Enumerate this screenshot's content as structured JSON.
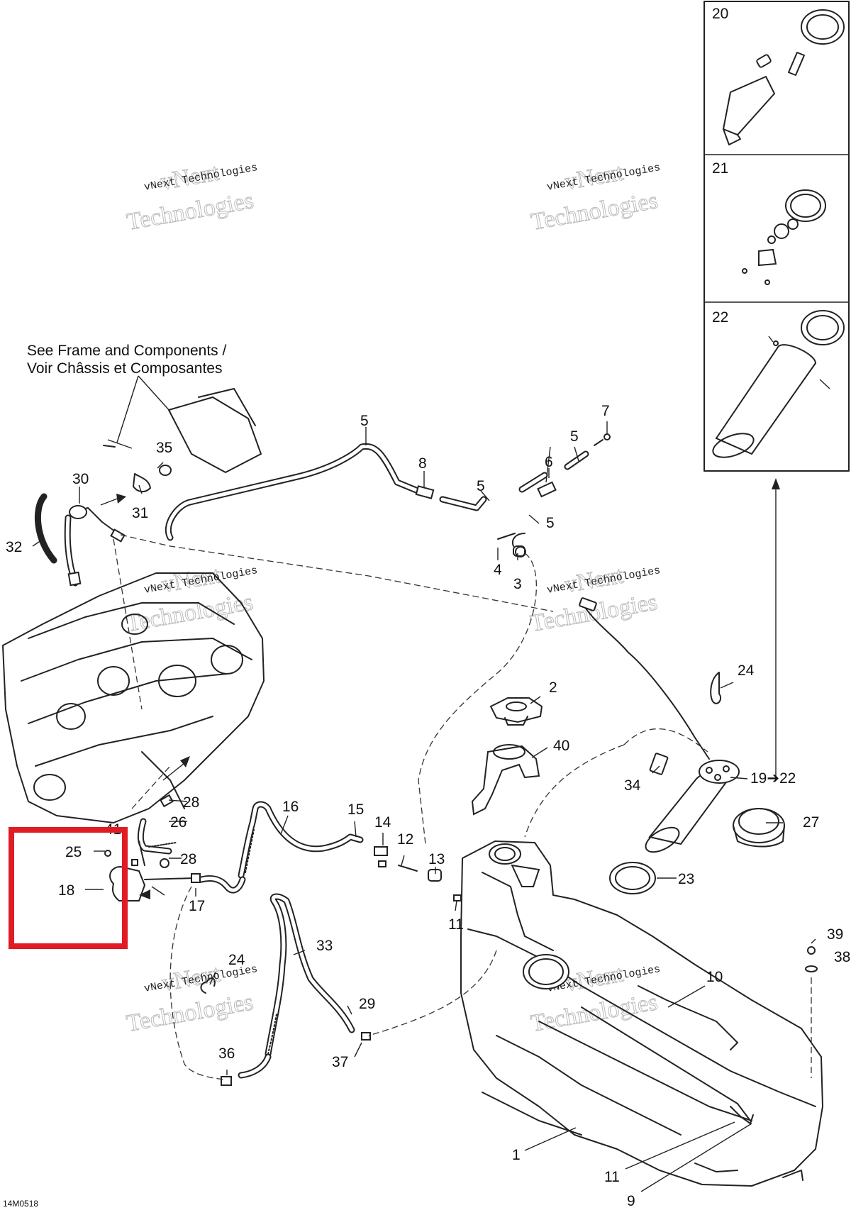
{
  "figure_code": "14M0518",
  "note": {
    "line1": "See Frame and Components /",
    "line2": "Voir Châssis et Composantes"
  },
  "watermark": {
    "small": "vNext Technologies",
    "large_1": "vNext",
    "large_2": "Technologies"
  },
  "callouts": {
    "c1": "1",
    "c2": "2",
    "c3": "3",
    "c4": "4",
    "c5a": "5",
    "c5b": "5",
    "c5c": "5",
    "c5d": "5",
    "c6": "6",
    "c7": "7",
    "c8": "8",
    "c9": "9",
    "c10": "10",
    "c11a": "11",
    "c11b": "11",
    "c12": "12",
    "c13": "13",
    "c14": "14",
    "c15": "15",
    "c16": "16",
    "c17": "17",
    "c18": "18",
    "c19_22": "19➔22",
    "c20": "20",
    "c21": "21",
    "c22": "22",
    "c23": "23",
    "c24a": "24",
    "c24b": "24",
    "c25": "25",
    "c26": "26",
    "c27": "27",
    "c28a": "28",
    "c28b": "28",
    "c29": "29",
    "c30": "30",
    "c31": "31",
    "c32": "32",
    "c33": "33",
    "c34": "34",
    "c35": "35",
    "c36": "36",
    "c37": "37",
    "c38": "38",
    "c39": "39",
    "c40": "40",
    "c41": "41"
  },
  "colors": {
    "highlight_box": "#e01b24",
    "line": "#222222"
  }
}
